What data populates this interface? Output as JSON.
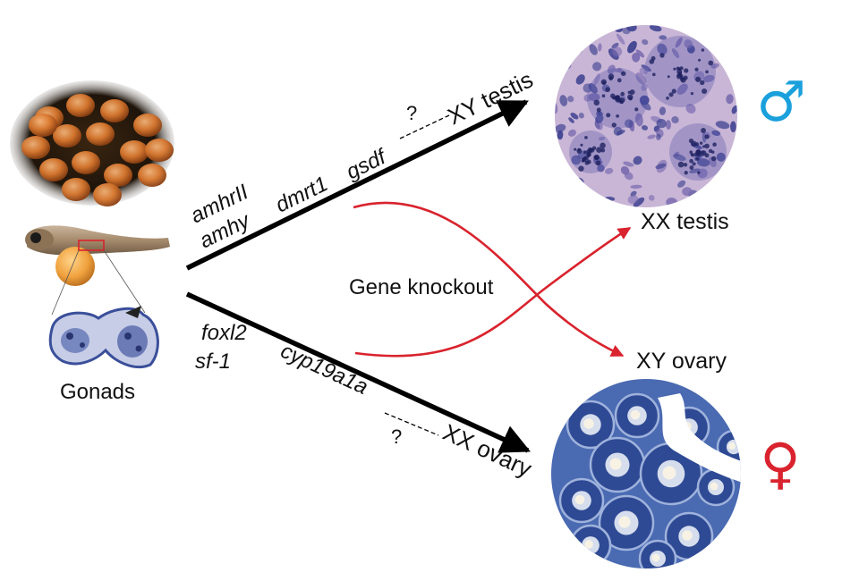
{
  "diagram": {
    "left_label": "Gonads",
    "male_pathway": {
      "genes": [
        "amhrII",
        "amhy",
        "dmrt1",
        "gsdf"
      ],
      "unknown_marker": "?",
      "outcome": "XY testis"
    },
    "female_pathway": {
      "genes": [
        "foxl2",
        "sf-1",
        "cyp19a1a"
      ],
      "unknown_marker": "?",
      "outcome": "XX ovary"
    },
    "knockout": {
      "label": "Gene knockout",
      "results": [
        "XX testis",
        "XY ovary"
      ]
    },
    "symbols": {
      "male": "♂",
      "female": "♀"
    },
    "colors": {
      "male_symbol": "#1aa0dc",
      "female_symbol": "#d9232e",
      "knockout_curve": "#d9232e",
      "pathway_arrow": "#000000",
      "testis_stain": "#b9a3cf",
      "ovary_stain": "#3b5ea6"
    }
  }
}
